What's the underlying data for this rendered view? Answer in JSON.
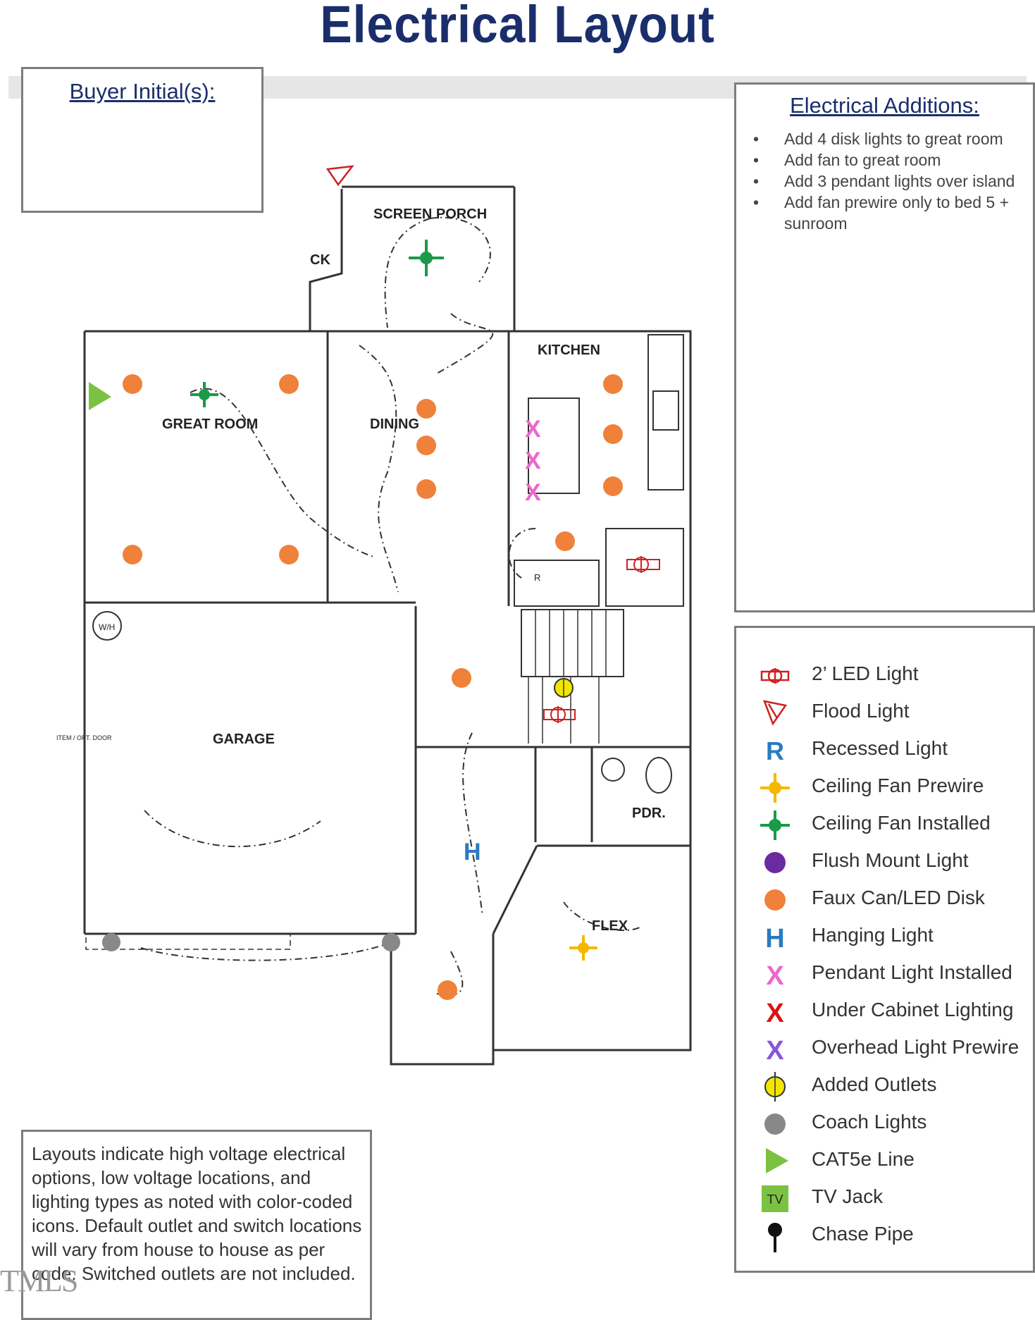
{
  "title": "Electrical Layout",
  "buyer_box": {
    "heading": "Buyer Initial(s):"
  },
  "additions": {
    "heading": "Electrical Additions:",
    "items": [
      "Add 4 disk lights to great room",
      "Add fan to great room",
      "Add 3 pendant lights over island",
      "Add fan prewire only to bed 5 + sunroom"
    ]
  },
  "legend": {
    "items": [
      {
        "label": "2’ LED Light",
        "icon": "led-light-icon",
        "color": "#cc2222"
      },
      {
        "label": "Flood Light",
        "icon": "flood-light-icon",
        "color": "#cc2222"
      },
      {
        "label": "Recessed Light",
        "icon": "recessed-light-icon",
        "color": "#2a7bbf",
        "glyph": "R"
      },
      {
        "label": "Ceiling Fan Prewire",
        "icon": "ceiling-fan-prewire-icon",
        "color": "#f5b800"
      },
      {
        "label": "Ceiling Fan Installed",
        "icon": "ceiling-fan-installed-icon",
        "color": "#1a9a4a"
      },
      {
        "label": "Flush Mount Light",
        "icon": "flush-mount-light-icon",
        "color": "#6a2aa0"
      },
      {
        "label": "Faux Can/LED Disk",
        "icon": "faux-can-led-disk-icon",
        "color": "#f0813a"
      },
      {
        "label": "Hanging Light",
        "icon": "hanging-light-icon",
        "color": "#2a7bbf",
        "glyph": "H"
      },
      {
        "label": "Pendant Light Installed",
        "icon": "pendant-light-installed-icon",
        "color": "#ee66cc",
        "glyph": "X"
      },
      {
        "label": "Under Cabinet Lighting",
        "icon": "under-cabinet-lighting-icon",
        "color": "#dd1111",
        "glyph": "X"
      },
      {
        "label": "Overhead Light Prewire",
        "icon": "overhead-light-prewire-icon",
        "color": "#8855dd",
        "glyph": "X"
      },
      {
        "label": "Added Outlets",
        "icon": "added-outlets-icon",
        "color": "#f2e600"
      },
      {
        "label": "Coach Lights",
        "icon": "coach-lights-icon",
        "color": "#888888"
      },
      {
        "label": "CAT5e Line",
        "icon": "cat5e-line-icon",
        "color": "#7cc242"
      },
      {
        "label": "TV Jack",
        "icon": "tv-jack-icon",
        "color": "#7cc242",
        "glyph": "TV"
      },
      {
        "label": "Chase Pipe",
        "icon": "chase-pipe-icon",
        "color": "#111111"
      }
    ]
  },
  "note": "Layouts indicate high voltage electrical options, low voltage locations, and lighting types as noted with color-coded icons. Default outlet and switch locations will vary from house to house as per code. Switched outlets are not included.",
  "plan_labels": {
    "screen_porch": "SCREEN PORCH",
    "ck": "CK",
    "great_room": "GREAT ROOM",
    "dining": "DINING",
    "kitchen": "KITCHEN",
    "garage": "GARAGE",
    "wh": "W/H",
    "pdr": "PDR.",
    "flex": "FLEX",
    "r": "R",
    "garage_door": "ITEM / OPT. DOOR"
  },
  "watermark": "TMLS"
}
